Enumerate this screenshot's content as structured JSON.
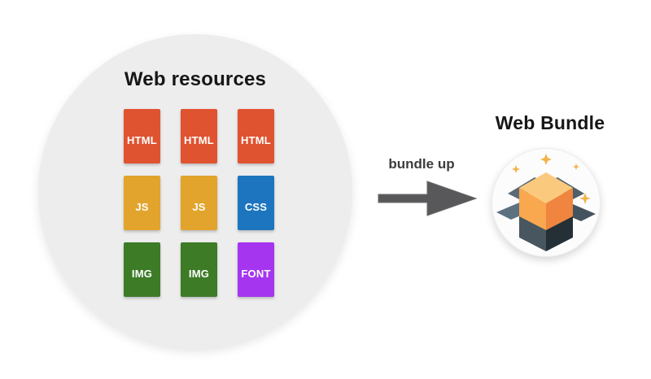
{
  "left_group": {
    "title": "Web resources",
    "tiles": [
      {
        "label": "HTML",
        "type": "html",
        "color": "#E05330"
      },
      {
        "label": "HTML",
        "type": "html",
        "color": "#E05330"
      },
      {
        "label": "HTML",
        "type": "html",
        "color": "#E05330"
      },
      {
        "label": "JS",
        "type": "js",
        "color": "#E2A42D"
      },
      {
        "label": "JS",
        "type": "js",
        "color": "#E2A42D"
      },
      {
        "label": "CSS",
        "type": "css",
        "color": "#1C75BE"
      },
      {
        "label": "IMG",
        "type": "img",
        "color": "#3D7B27"
      },
      {
        "label": "IMG",
        "type": "img",
        "color": "#3D7B27"
      },
      {
        "label": "FONT",
        "type": "font",
        "color": "#A535EF"
      }
    ]
  },
  "arrow": {
    "label": "bundle up",
    "color": "#58585B"
  },
  "right_group": {
    "title": "Web Bundle",
    "icon": "open-box-with-cube-and-sparkles-icon"
  },
  "palette": {
    "circle_background": "#EDEDEE",
    "title_text": "#161616",
    "tile_text": "#FFFFFF",
    "sparkle": "#F4B24E",
    "cube_top": "#FBC97D",
    "cube_left": "#F9A84F",
    "cube_right": "#EF853F",
    "box_flap_light": "#5D7280",
    "box_flap_dark": "#44545E",
    "box_base_left": "#47565F",
    "box_base_right": "#242F36"
  }
}
